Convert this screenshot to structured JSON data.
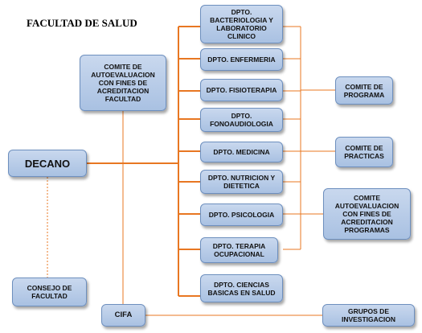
{
  "title": "FACULTAD DE SALUD",
  "colors": {
    "connector": "#e87722",
    "box_fill": "#b9cde8",
    "box_border": "#6d8fbe"
  },
  "boxes": {
    "decano": "DECANO",
    "comite_autoevaluacion_facultad": "COMITE DE\nAUTOEVALUACION\nCON FINES DE\nACREDITACION\nFACULTAD",
    "consejo_facultad": "CONSEJO DE\nFACULTAD",
    "cifa": "CIFA",
    "dpto_bacteriologia": "DPTO.\nBACTERIOLOGIA Y\nLABORATORIO\nCLINICO",
    "dpto_enfermeria": "DPTO. ENFERMERIA",
    "dpto_fisioterapia": "DPTO. FISIOTERAPIA",
    "dpto_fonoaudiologia": "DPTO.\nFONOAUDIOLOGIA",
    "dpto_medicina": "DPTO. MEDICINA",
    "dpto_nutricion": "DPTO. NUTRICION Y\nDIETETICA",
    "dpto_psicologia": "DPTO. PSICOLOGIA",
    "dpto_terapia": "DPTO. TERAPIA\nOCUPACIONAL",
    "dpto_ciencias": "DPTO. CIENCIAS\nBASICAS EN SALUD",
    "comite_programa": "COMITE DE\nPROGRAMA",
    "comite_practicas": "COMITE DE\nPRACTICAS",
    "comite_autoevaluacion_programas": "COMITE\nAUTOEVALUACION\nCON FINES DE\nACREDITACION\nPROGRAMAS",
    "grupos_investigacion": "GRUPOS DE\nINVESTIGACION"
  }
}
